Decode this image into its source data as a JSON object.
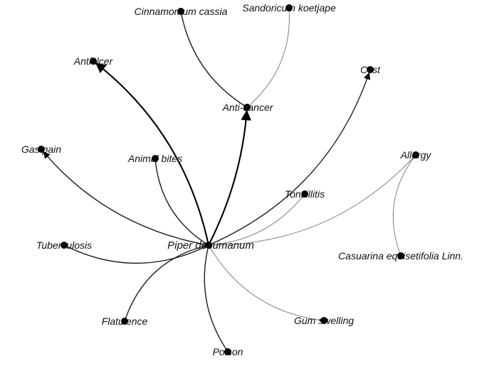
{
  "graph": {
    "nodes": [
      {
        "id": "piper",
        "label": "Piper decumanum"
      },
      {
        "id": "cinnamomum",
        "label": "Cinnamomum cassia"
      },
      {
        "id": "sandoricum",
        "label": "Sandoricum koetjape"
      },
      {
        "id": "antiulcer",
        "label": "Antiulcer"
      },
      {
        "id": "cyst",
        "label": "Cyst"
      },
      {
        "id": "anticancer",
        "label": "Anti-cancer"
      },
      {
        "id": "gaspain",
        "label": "Gas pain"
      },
      {
        "id": "animalbites",
        "label": "Animal bites"
      },
      {
        "id": "allergy",
        "label": "Allergy"
      },
      {
        "id": "tonsillitis",
        "label": "Tonsillitis"
      },
      {
        "id": "tuberculosis",
        "label": "Tuberculosis"
      },
      {
        "id": "casuarina",
        "label": "Casuarina equisetifolia Linn."
      },
      {
        "id": "flatulence",
        "label": "Flatulence"
      },
      {
        "id": "gumswelling",
        "label": "Gum swelling"
      },
      {
        "id": "poison",
        "label": "Poison"
      }
    ],
    "edges": [
      {
        "from": "piper",
        "to": "antiulcer",
        "weight": "heavy",
        "arrow": true
      },
      {
        "from": "piper",
        "to": "anticancer",
        "weight": "heavy",
        "arrow": true
      },
      {
        "from": "piper",
        "to": "cyst",
        "weight": "normal",
        "arrow": true
      },
      {
        "from": "piper",
        "to": "gaspain",
        "weight": "normal",
        "arrow": true
      },
      {
        "from": "piper",
        "to": "animalbites",
        "weight": "normal",
        "arrow": false
      },
      {
        "from": "piper",
        "to": "allergy",
        "weight": "light",
        "arrow": false
      },
      {
        "from": "piper",
        "to": "tonsillitis",
        "weight": "light",
        "arrow": false
      },
      {
        "from": "piper",
        "to": "tuberculosis",
        "weight": "normal",
        "arrow": false
      },
      {
        "from": "piper",
        "to": "flatulence",
        "weight": "normal",
        "arrow": false
      },
      {
        "from": "piper",
        "to": "gumswelling",
        "weight": "light",
        "arrow": false
      },
      {
        "from": "piper",
        "to": "poison",
        "weight": "normal",
        "arrow": false
      },
      {
        "from": "cinnamomum",
        "to": "anticancer",
        "weight": "normal",
        "arrow": false
      },
      {
        "from": "sandoricum",
        "to": "anticancer",
        "weight": "light",
        "arrow": false
      },
      {
        "from": "casuarina",
        "to": "allergy",
        "weight": "light",
        "arrow": false
      }
    ]
  },
  "colors": {
    "node": "#000000",
    "edge_heavy": "#000000",
    "edge_normal": "#1a1a1a",
    "edge_light": "#8a8a8a"
  }
}
